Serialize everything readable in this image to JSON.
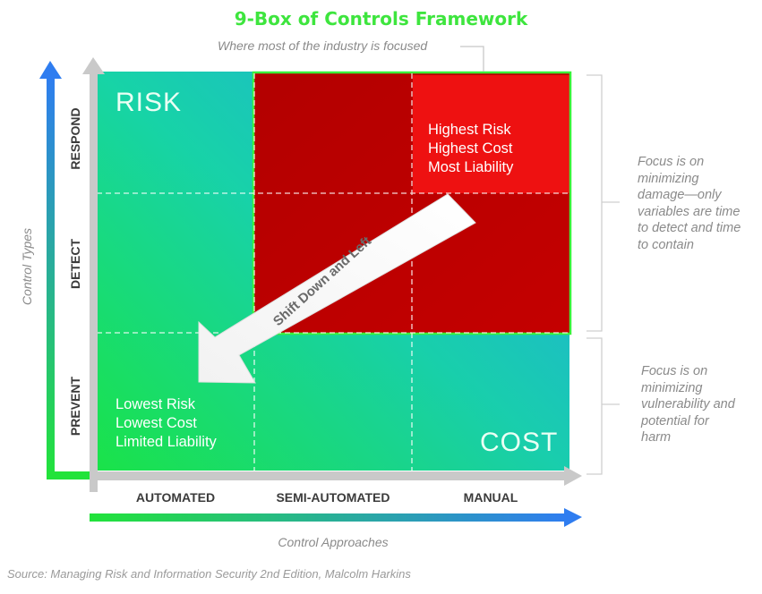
{
  "title": "9-Box of Controls Framework",
  "subtitle": "Where most of the industry is focused",
  "grid": {
    "risk_label": "RISK",
    "cost_label": "COST",
    "top_right_lines": [
      "Highest Risk",
      "Highest Cost",
      "Most Liability"
    ],
    "bottom_left_lines": [
      "Lowest Risk",
      "Lowest Cost",
      "Limited Liability"
    ],
    "arrow_text": "Shift Down and Left"
  },
  "rows": [
    "RESPOND",
    "DETECT",
    "PREVENT"
  ],
  "columns": [
    "AUTOMATED",
    "SEMI-AUTOMATED",
    "MANUAL"
  ],
  "y_axis_title": "Control Types",
  "x_axis_title": "Control Approaches",
  "notes": {
    "upper": [
      "Focus is on",
      "minimizing",
      "damage—only",
      "variables are time",
      "to detect and time",
      "to contain"
    ],
    "lower": [
      "Focus is on",
      "minimizing",
      "vulnerability and",
      "potential for",
      "harm"
    ]
  },
  "source": "Source: Managing Risk and Information Security 2nd Edition, Malcolm Harkins",
  "colors": {
    "green": "#22e33a",
    "blue": "#2f7df0",
    "red": "#ee1111",
    "dark_red": "#b80000",
    "gray": "#c8c8c8"
  }
}
